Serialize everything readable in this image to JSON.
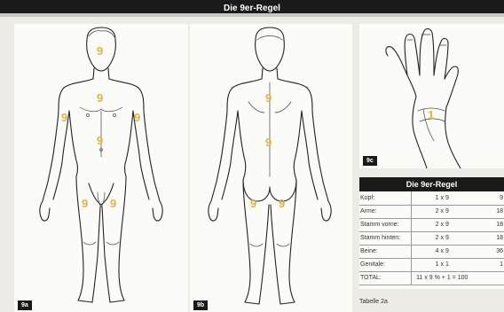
{
  "title": "Die 9er-Regel",
  "figures": {
    "front": {
      "label": "9a",
      "numbers": {
        "head": "9",
        "chest": "9",
        "abdomen": "9",
        "arm_left": "9",
        "arm_right": "9",
        "leg_left": "9",
        "leg_right": "9"
      }
    },
    "back": {
      "label": "9b",
      "numbers": {
        "upper_back": "9",
        "lower_back": "9",
        "leg_left": "9",
        "leg_right": "9"
      }
    },
    "hand": {
      "label": "9c",
      "numbers": {
        "palm": "1"
      }
    }
  },
  "table": {
    "title": "Die 9er-Regel",
    "rows": [
      {
        "part": "Kopf:",
        "calc": "1 x 9",
        "value": "9"
      },
      {
        "part": "Arme:",
        "calc": "2 x 9",
        "value": "18"
      },
      {
        "part": "Stamm vorne:",
        "calc": "2 x 9",
        "value": "18"
      },
      {
        "part": "Stamm hinten:",
        "calc": "2 x 9",
        "value": "18"
      },
      {
        "part": "Beine:",
        "calc": "4 x 9",
        "value": "36"
      },
      {
        "part": "Genitale:",
        "calc": "1 x 1",
        "value": "1"
      },
      {
        "part": "TOTAL:",
        "calc": "11 x 9 % + 1 = 100",
        "value": ""
      }
    ],
    "caption": "Tabelle 2a"
  },
  "colors": {
    "highlight_numbers": "#e6b23a",
    "title_bar": "#1a1a1a"
  }
}
